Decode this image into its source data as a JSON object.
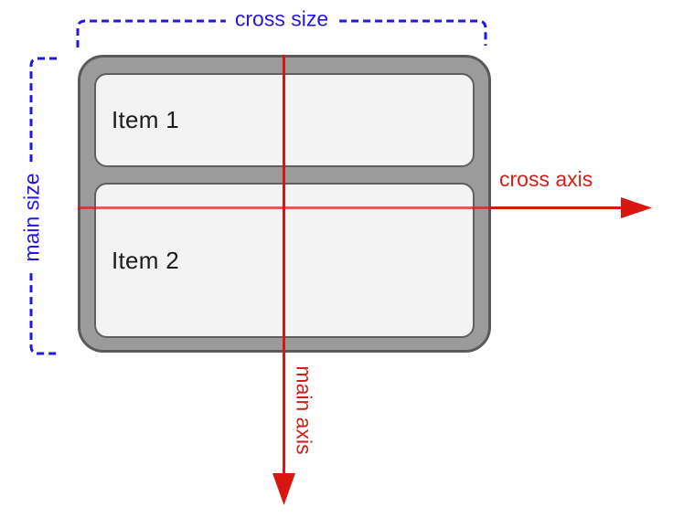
{
  "colors": {
    "blue": "#2216e6",
    "red": "#d91710",
    "red_text": "#ce211b",
    "container_fill": "#9b9b9b",
    "container_border": "#5a5a5a",
    "item_fill": "#f3f3f3",
    "item_border": "#606060",
    "item_text": "#1c1c1c"
  },
  "labels": {
    "cross_size": "cross size",
    "main_size": "main size",
    "cross_axis": "cross axis",
    "main_axis": "main axis"
  },
  "items": [
    {
      "label": "Item 1"
    },
    {
      "label": "Item 2"
    }
  ]
}
